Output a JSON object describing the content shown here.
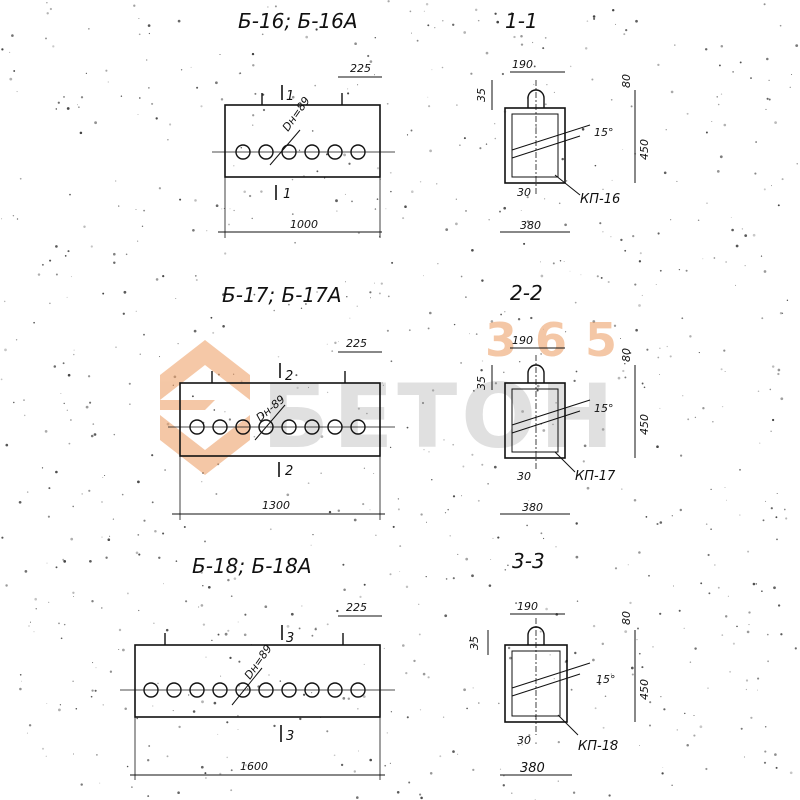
{
  "elevations": [
    {
      "title": "Б-16; Б-16А",
      "length_label": "1000",
      "top_dim": "225",
      "hole_label": "Dн=89",
      "section_marks": [
        "1",
        "1"
      ],
      "holes": 6
    },
    {
      "title": "Б-17; Б-17А",
      "length_label": "1300",
      "top_dim": "225",
      "hole_label": "Dн-89",
      "section_marks": [
        "2",
        "2"
      ],
      "holes": 8
    },
    {
      "title": "Б-18; Б-18А",
      "length_label": "1600",
      "top_dim": "225",
      "hole_label": "Dн=89",
      "section_marks": [
        "3",
        "3"
      ],
      "holes": 10
    }
  ],
  "sections": [
    {
      "title": "1-1",
      "width_top": "190",
      "height": "450",
      "top_cover": "80",
      "left_offset": "35",
      "angle": "15°",
      "bottom_offset": "30",
      "width": "380",
      "part": "КП-16"
    },
    {
      "title": "2-2",
      "width_top": "190",
      "height": "450",
      "top_cover": "80",
      "left_offset": "35",
      "angle": "15°",
      "bottom_offset": "30",
      "width": "380",
      "part": "КП-17"
    },
    {
      "title": "3-3",
      "width_top": "190",
      "height": "450",
      "top_cover": "80",
      "left_offset": "35",
      "angle": "15°",
      "bottom_offset": "30",
      "width": "380",
      "part": "КП-18"
    }
  ],
  "watermark": {
    "number": "365",
    "text": "БЕТОН",
    "color": "#e8843c"
  }
}
